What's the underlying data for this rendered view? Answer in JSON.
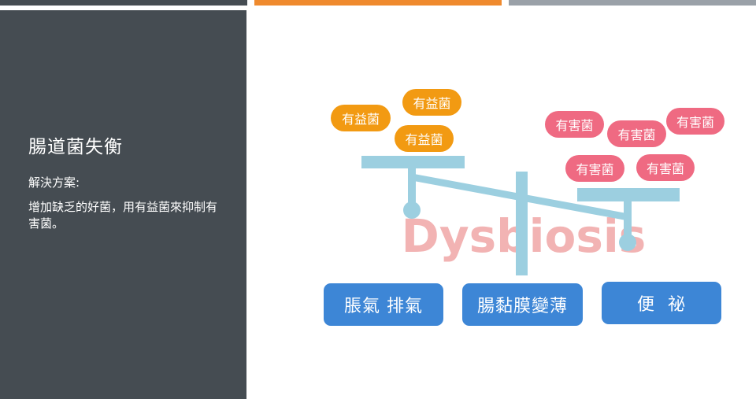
{
  "sidebar": {
    "title": "腸道菌失衡",
    "solution_heading": "解決方案:",
    "solution_text": "增加缺乏的好菌，用有益菌來抑制有害菌。"
  },
  "diagram": {
    "watermark": "Dysbiosis",
    "good_bacteria": [
      "有益菌",
      "有益菌",
      "有益菌"
    ],
    "bad_bacteria": [
      "有害菌",
      "有害菌",
      "有害菌",
      "有害菌",
      "有害菌"
    ],
    "symptoms": [
      "脹氣 排氣",
      "腸黏膜變薄",
      "便  祕"
    ]
  },
  "colors": {
    "sidebar": "#454c52",
    "accent_orange": "#ef8a2e",
    "accent_gray": "#9aa1a8",
    "good_pill": "#f29a12",
    "bad_pill": "#ef6a82",
    "symptom_box": "#3d86d6",
    "scale": "#9ccfe0",
    "watermark": "#f2b3b3"
  }
}
